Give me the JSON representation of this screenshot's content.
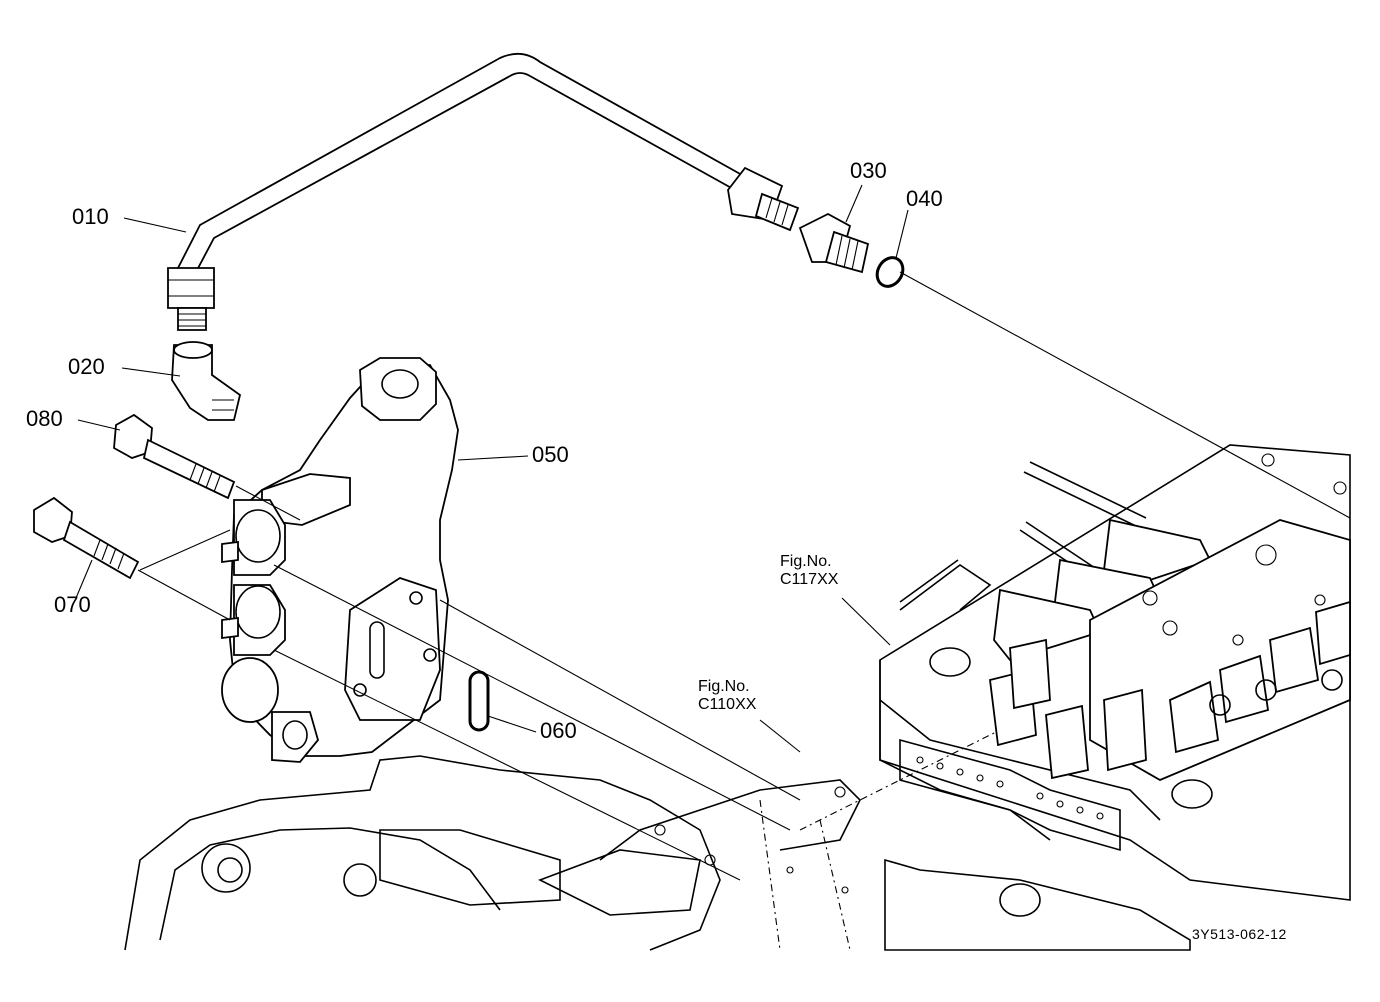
{
  "callouts": {
    "p010": "010",
    "p020": "020",
    "p030": "030",
    "p040": "040",
    "p050": "050",
    "p060": "060",
    "p070": "070",
    "p080": "080"
  },
  "figure_refs": {
    "c117": {
      "line1": "Fig.No.",
      "line2": "C117XX"
    },
    "c110": {
      "line1": "Fig.No.",
      "line2": "C110XX"
    }
  },
  "document_id": "3Y513-062-12"
}
